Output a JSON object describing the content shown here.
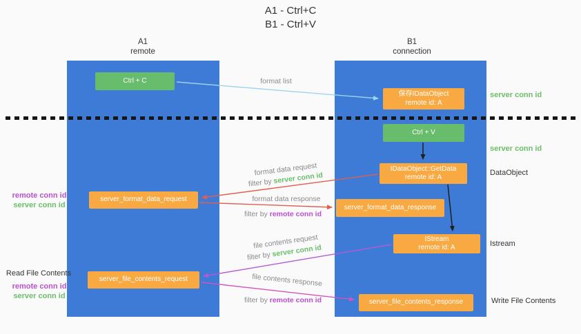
{
  "title": {
    "line1": "A1 - Ctrl+C",
    "line2": "B1 - Ctrl+V"
  },
  "lanes": {
    "left": {
      "name": "A1",
      "subtitle": "remote"
    },
    "right": {
      "name": "B1",
      "subtitle": "connection"
    }
  },
  "nodes": {
    "ctrl_c": {
      "label": "Ctrl + C"
    },
    "save_dataobject": {
      "line1": "保存IDataObject",
      "line2": "remote id: A"
    },
    "ctrl_v": {
      "label": "Ctrl + V"
    },
    "getdata": {
      "line1": "IDataObject::GetData",
      "line2": "remote id: A"
    },
    "format_request": {
      "label": "server_format_data_request"
    },
    "format_response": {
      "label": "server_format_data_response"
    },
    "istream": {
      "line1": "IStream",
      "line2": "remote id: A"
    },
    "file_request": {
      "label": "server_file_contents_request"
    },
    "file_response": {
      "label": "server_file_contents_response"
    }
  },
  "arrows": {
    "format_list": "format list",
    "format_data_request": "format data request",
    "format_data_response": "format data response",
    "file_contents_request": "file contents request",
    "file_contents_response": "file contents response",
    "filter_by": "filter by ",
    "server_conn_id": "server conn id",
    "remote_conn_id": "remote conn id"
  },
  "annotations": {
    "left": {
      "remote_conn_id_top": "remote conn id",
      "server_conn_id_top": "server conn id",
      "read_file_contents": "Read File Contents",
      "remote_conn_id_bottom": "remote conn id",
      "server_conn_id_bottom": "server conn id"
    },
    "right": {
      "server_conn_id_top": "server conn id",
      "server_conn_id_mid": "server conn id",
      "dataobject": "DataObject",
      "istream": "Istream",
      "write_file_contents": "Write File Contents"
    }
  },
  "colors": {
    "lane_blue": "#3d7bd6",
    "box_green": "#67bd6b",
    "box_orange": "#f8a942",
    "arrow_blue": "#9bd4ee",
    "arrow_red": "#e0604f",
    "arrow_black": "#1f1f1f",
    "arrow_purple": "#b45bd4",
    "arrow_magenta": "#d153c0",
    "text_green": "#6abf69",
    "text_purple": "#bb4fd0"
  }
}
